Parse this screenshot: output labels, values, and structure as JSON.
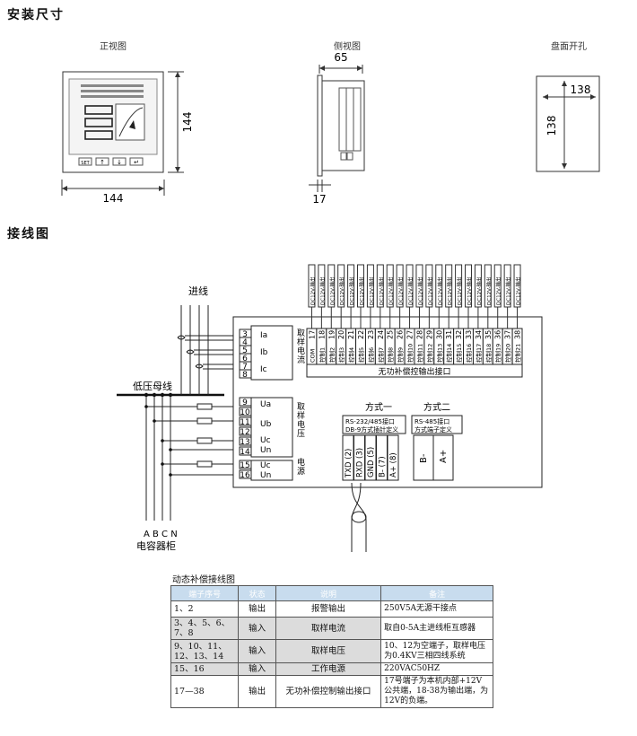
{
  "headings": {
    "install": "安装尺寸",
    "wiring": "接线图"
  },
  "views": {
    "front": "正视图",
    "side": "侧视图",
    "panel": "盘面开孔"
  },
  "dims": {
    "front_w": "144",
    "front_h": "144",
    "side_depth": "65",
    "side_panel": "17",
    "hole_w": "138",
    "hole_h": "138"
  },
  "front_buttons": [
    "SET",
    "↑",
    "↓",
    "↵"
  ],
  "wiring": {
    "incoming": "进线",
    "busbar": "低压母线",
    "phases": [
      "A",
      "B",
      "C",
      "N"
    ],
    "cabinet": "电容器柜",
    "current_terms": [
      "3",
      "4",
      "5",
      "6",
      "7",
      "8"
    ],
    "current_labels": [
      "Ia",
      "Ib",
      "Ic"
    ],
    "current_group": "取样电流",
    "voltage_terms": [
      "9",
      "10",
      "11",
      "12",
      "13",
      "14"
    ],
    "voltage_labels": [
      "Ua",
      "Ub",
      "Uc",
      "Un"
    ],
    "voltage_group": "取样电压",
    "power_terms": [
      "15",
      "16"
    ],
    "power_labels": [
      "Uc",
      "Un"
    ],
    "power_group": "电源",
    "out_top": "DC12V-输出",
    "com": "COM",
    "out_terms": [
      "17",
      "18",
      "19",
      "20",
      "21",
      "22",
      "23",
      "24",
      "25",
      "26",
      "27",
      "28",
      "29",
      "30",
      "31",
      "32",
      "33",
      "34",
      "35",
      "36",
      "37",
      "38"
    ],
    "out_controls": [
      "控制1",
      "控制2",
      "控制3",
      "控制4",
      "控制5",
      "控制6",
      "控制7",
      "控制8",
      "控制9",
      "控制10",
      "控制11",
      "控制12",
      "控制13",
      "控制14",
      "控制15",
      "控制16",
      "控制17",
      "控制18",
      "控制19",
      "控制20",
      "控制21"
    ],
    "out_title": "无功补偿控输出接口",
    "mode1": "方式一",
    "mode1_sub1": "RS-232/485接口",
    "mode1_sub2": "DB-9方式插针定义",
    "mode1_pins": [
      "TXD (2)",
      "RXD (3)",
      "GND (5)",
      "B- (7)",
      "A+ (8)"
    ],
    "mode2": "方式二",
    "mode2_sub1": "RS-485接口",
    "mode2_sub2": "方式端子定义",
    "mode2_pins": [
      "B-",
      "A+"
    ]
  },
  "table": {
    "title": "动态补偿接线图",
    "headers": [
      "端子序号",
      "状态",
      "说明",
      "备注"
    ],
    "rows": [
      {
        "terms": "1、2",
        "state": "输出",
        "desc": "报警输出",
        "note": "250V5A无源干接点"
      },
      {
        "terms": "3、4、5、6、7、8",
        "state": "输入",
        "desc": "取样电流",
        "note": "取自0-5A主进线柜互感器"
      },
      {
        "terms": "9、10、11、12、13、14",
        "state": "输入",
        "desc": "取样电压",
        "note": "10、12为空端子，取样电压为0.4KV三相四线系统"
      },
      {
        "terms": "15、16",
        "state": "输入",
        "desc": "工作电源",
        "note": "220VAC50HZ"
      },
      {
        "terms": "17—38",
        "state": "输出",
        "desc": "无功补偿控制输出接口",
        "note": "17号端子为本机内部+12V公共端，18-38为输出端，为12V的负端。"
      }
    ]
  }
}
